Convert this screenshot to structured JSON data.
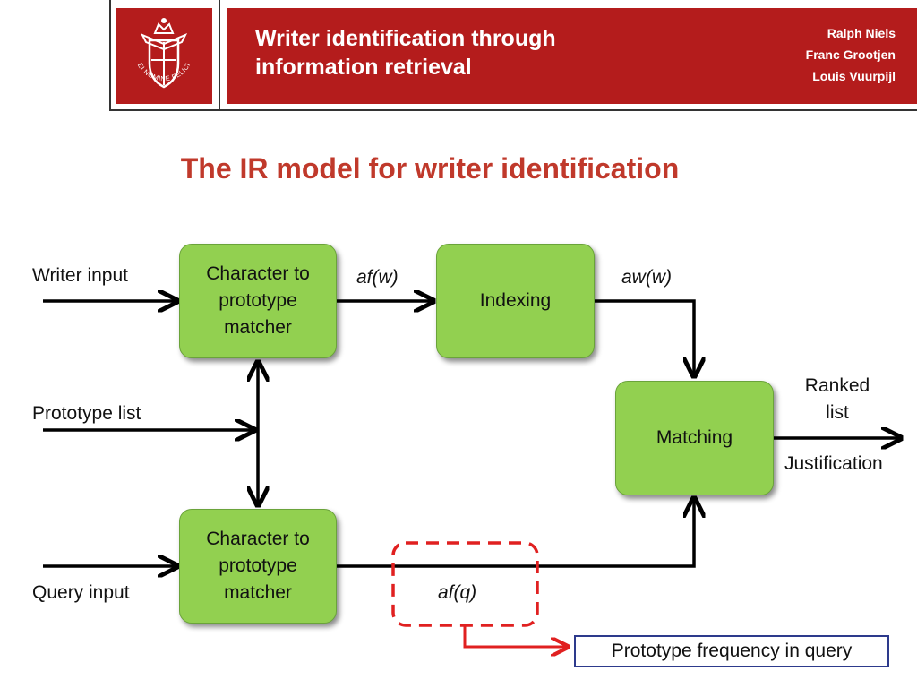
{
  "header": {
    "title_line1": "Writer identification through",
    "title_line2": "information retrieval",
    "authors": [
      "Ralph Niels",
      "Franc Grootjen",
      "Louis Vuurpijl"
    ],
    "logo_text": "IN DEI NOMINE FELICITER",
    "brand_color": "#b41c1c"
  },
  "slide": {
    "title": "The IR model for writer identification",
    "title_color": "#c0392b"
  },
  "diagram": {
    "box_color": "#92d050",
    "nodes": {
      "matcher_top": [
        "Character to",
        "prototype",
        "matcher"
      ],
      "indexing": "Indexing",
      "matching": "Matching",
      "matcher_bottom": [
        "Character to",
        "prototype",
        "matcher"
      ]
    },
    "labels": {
      "writer_input": "Writer input",
      "prototype_list": "Prototype list",
      "query_input": "Query input",
      "af_w": "af(w)",
      "aw_w": "aw(w)",
      "ranked_list": [
        "Ranked",
        "list"
      ],
      "justification": "Justification",
      "af_q": "af(q)"
    },
    "highlight_color": "#e02020",
    "legend": {
      "text": "Prototype frequency in query",
      "border_color": "#2d3a8c"
    }
  }
}
